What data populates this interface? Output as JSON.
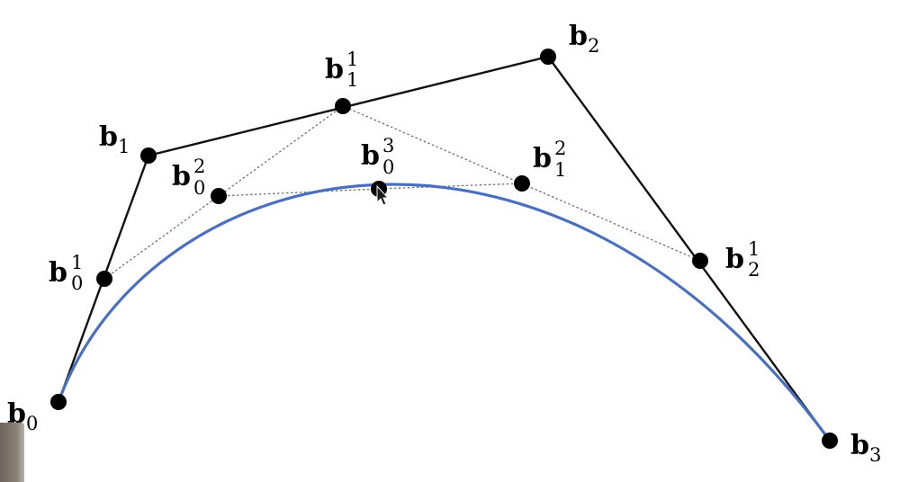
{
  "diagram": {
    "control_polygon_color": "#111111",
    "construction_line_color": "#6e6e6e",
    "curve_color": "#4b6fbf",
    "point_color": "#000000",
    "cursor_icon": "mouse-pointer-icon",
    "labels": {
      "b0": {
        "base": "b",
        "sub": "0",
        "sup": ""
      },
      "b1": {
        "base": "b",
        "sub": "1",
        "sup": ""
      },
      "b2": {
        "base": "b",
        "sub": "2",
        "sup": ""
      },
      "b3": {
        "base": "b",
        "sub": "3",
        "sup": ""
      },
      "b01": {
        "base": "b",
        "sub": "0",
        "sup": "1"
      },
      "b11": {
        "base": "b",
        "sub": "1",
        "sup": "1"
      },
      "b21": {
        "base": "b",
        "sub": "2",
        "sup": "1"
      },
      "b02": {
        "base": "b",
        "sub": "0",
        "sup": "2"
      },
      "b12": {
        "base": "b",
        "sub": "1",
        "sup": "2"
      },
      "b03": {
        "base": "b",
        "sub": "0",
        "sup": "3"
      }
    }
  }
}
